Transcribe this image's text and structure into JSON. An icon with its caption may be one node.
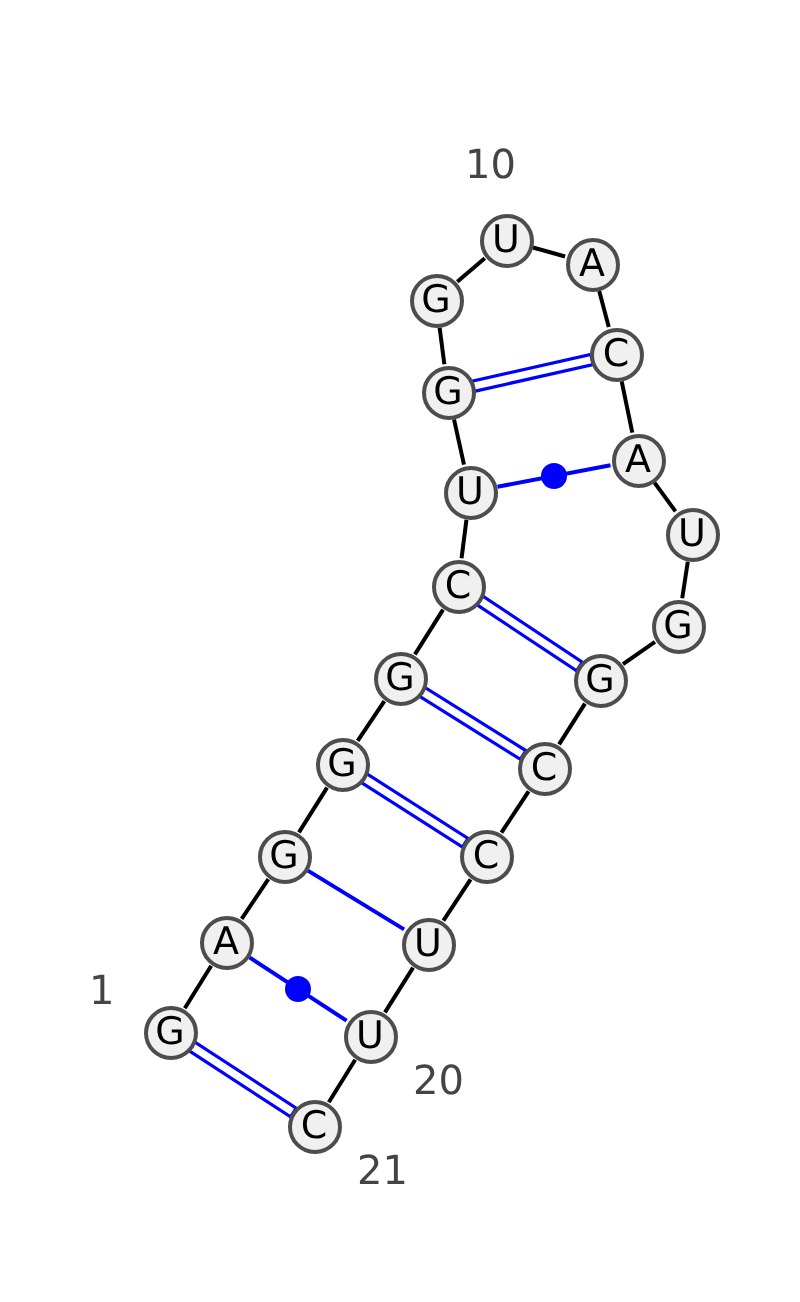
{
  "diagram": {
    "nodes": [
      {
        "text": [
          "G"
        ],
        "beside": [
          "1"
        ]
      },
      {
        "text": [
          "A"
        ]
      },
      {
        "text": [
          "G"
        ]
      },
      {
        "text": [
          "G"
        ]
      },
      {
        "text": [
          "G"
        ]
      },
      {
        "text": [
          "C"
        ]
      },
      {
        "text": [
          "U"
        ]
      },
      {
        "text": [
          "G"
        ]
      },
      {
        "text": [
          "G"
        ]
      },
      {
        "text": [
          "U"
        ],
        "beside": [
          "10"
        ]
      },
      {
        "text": [
          "A"
        ]
      },
      {
        "text": [
          "C"
        ]
      },
      {
        "text": [
          "A"
        ]
      },
      {
        "text": [
          "U"
        ]
      },
      {
        "text": [
          "G"
        ]
      },
      {
        "text": [
          "G"
        ]
      },
      {
        "text": [
          "C"
        ]
      },
      {
        "text": [
          "C"
        ]
      },
      {
        "text": [
          "U"
        ]
      },
      {
        "text": [
          "U"
        ],
        "beside": [
          "20"
        ]
      },
      {
        "text": [
          "C"
        ],
        "beside": [
          "21"
        ]
      }
    ],
    "edges": [
      {
        "from": 0,
        "to": 1,
        "arrow": "none"
      },
      {
        "from": 1,
        "to": 2,
        "arrow": "none"
      },
      {
        "from": 2,
        "to": 3,
        "arrow": "none"
      },
      {
        "from": 3,
        "to": 4,
        "arrow": "none"
      },
      {
        "from": 4,
        "to": 5,
        "arrow": "none"
      },
      {
        "from": 5,
        "to": 6,
        "arrow": "none"
      },
      {
        "from": 6,
        "to": 7,
        "arrow": "none"
      },
      {
        "from": 7,
        "to": 8,
        "arrow": "none"
      },
      {
        "from": 8,
        "to": 9,
        "arrow": "none"
      },
      {
        "from": 9,
        "to": 10,
        "arrow": "none"
      },
      {
        "from": 10,
        "to": 11,
        "arrow": "none"
      },
      {
        "from": 11,
        "to": 12,
        "arrow": "none"
      },
      {
        "from": 12,
        "to": 13,
        "arrow": "none"
      },
      {
        "from": 13,
        "to": 14,
        "arrow": "none"
      },
      {
        "from": 14,
        "to": 15,
        "arrow": "none"
      },
      {
        "from": 15,
        "to": 16,
        "arrow": "none"
      },
      {
        "from": 16,
        "to": 17,
        "arrow": "none"
      },
      {
        "from": 17,
        "to": 18,
        "arrow": "none"
      },
      {
        "from": 18,
        "to": 19,
        "arrow": "none"
      },
      {
        "from": 19,
        "to": 20,
        "arrow": "none"
      },
      {
        "from": 0,
        "to": 20,
        "arrow": "none",
        "color": "#0000ff"
      },
      {
        "from": 1,
        "to": 19,
        "arrow": "none",
        "color": "#0000ff"
      },
      {
        "from": 2,
        "to": 18,
        "arrow": "none",
        "color": "#0000ff"
      },
      {
        "from": 3,
        "to": 17,
        "arrow": "none",
        "color": "#0000ff"
      },
      {
        "from": 4,
        "to": 16,
        "arrow": "none",
        "color": "#0000ff"
      },
      {
        "from": 5,
        "to": 15,
        "arrow": "none",
        "color": "#0000ff"
      },
      {
        "from": 6,
        "to": 12,
        "arrow": "none",
        "color": "#0000ff"
      },
      {
        "from": 7,
        "to": 11,
        "arrow": "none",
        "color": "#0000ff"
      }
    ]
  }
}
